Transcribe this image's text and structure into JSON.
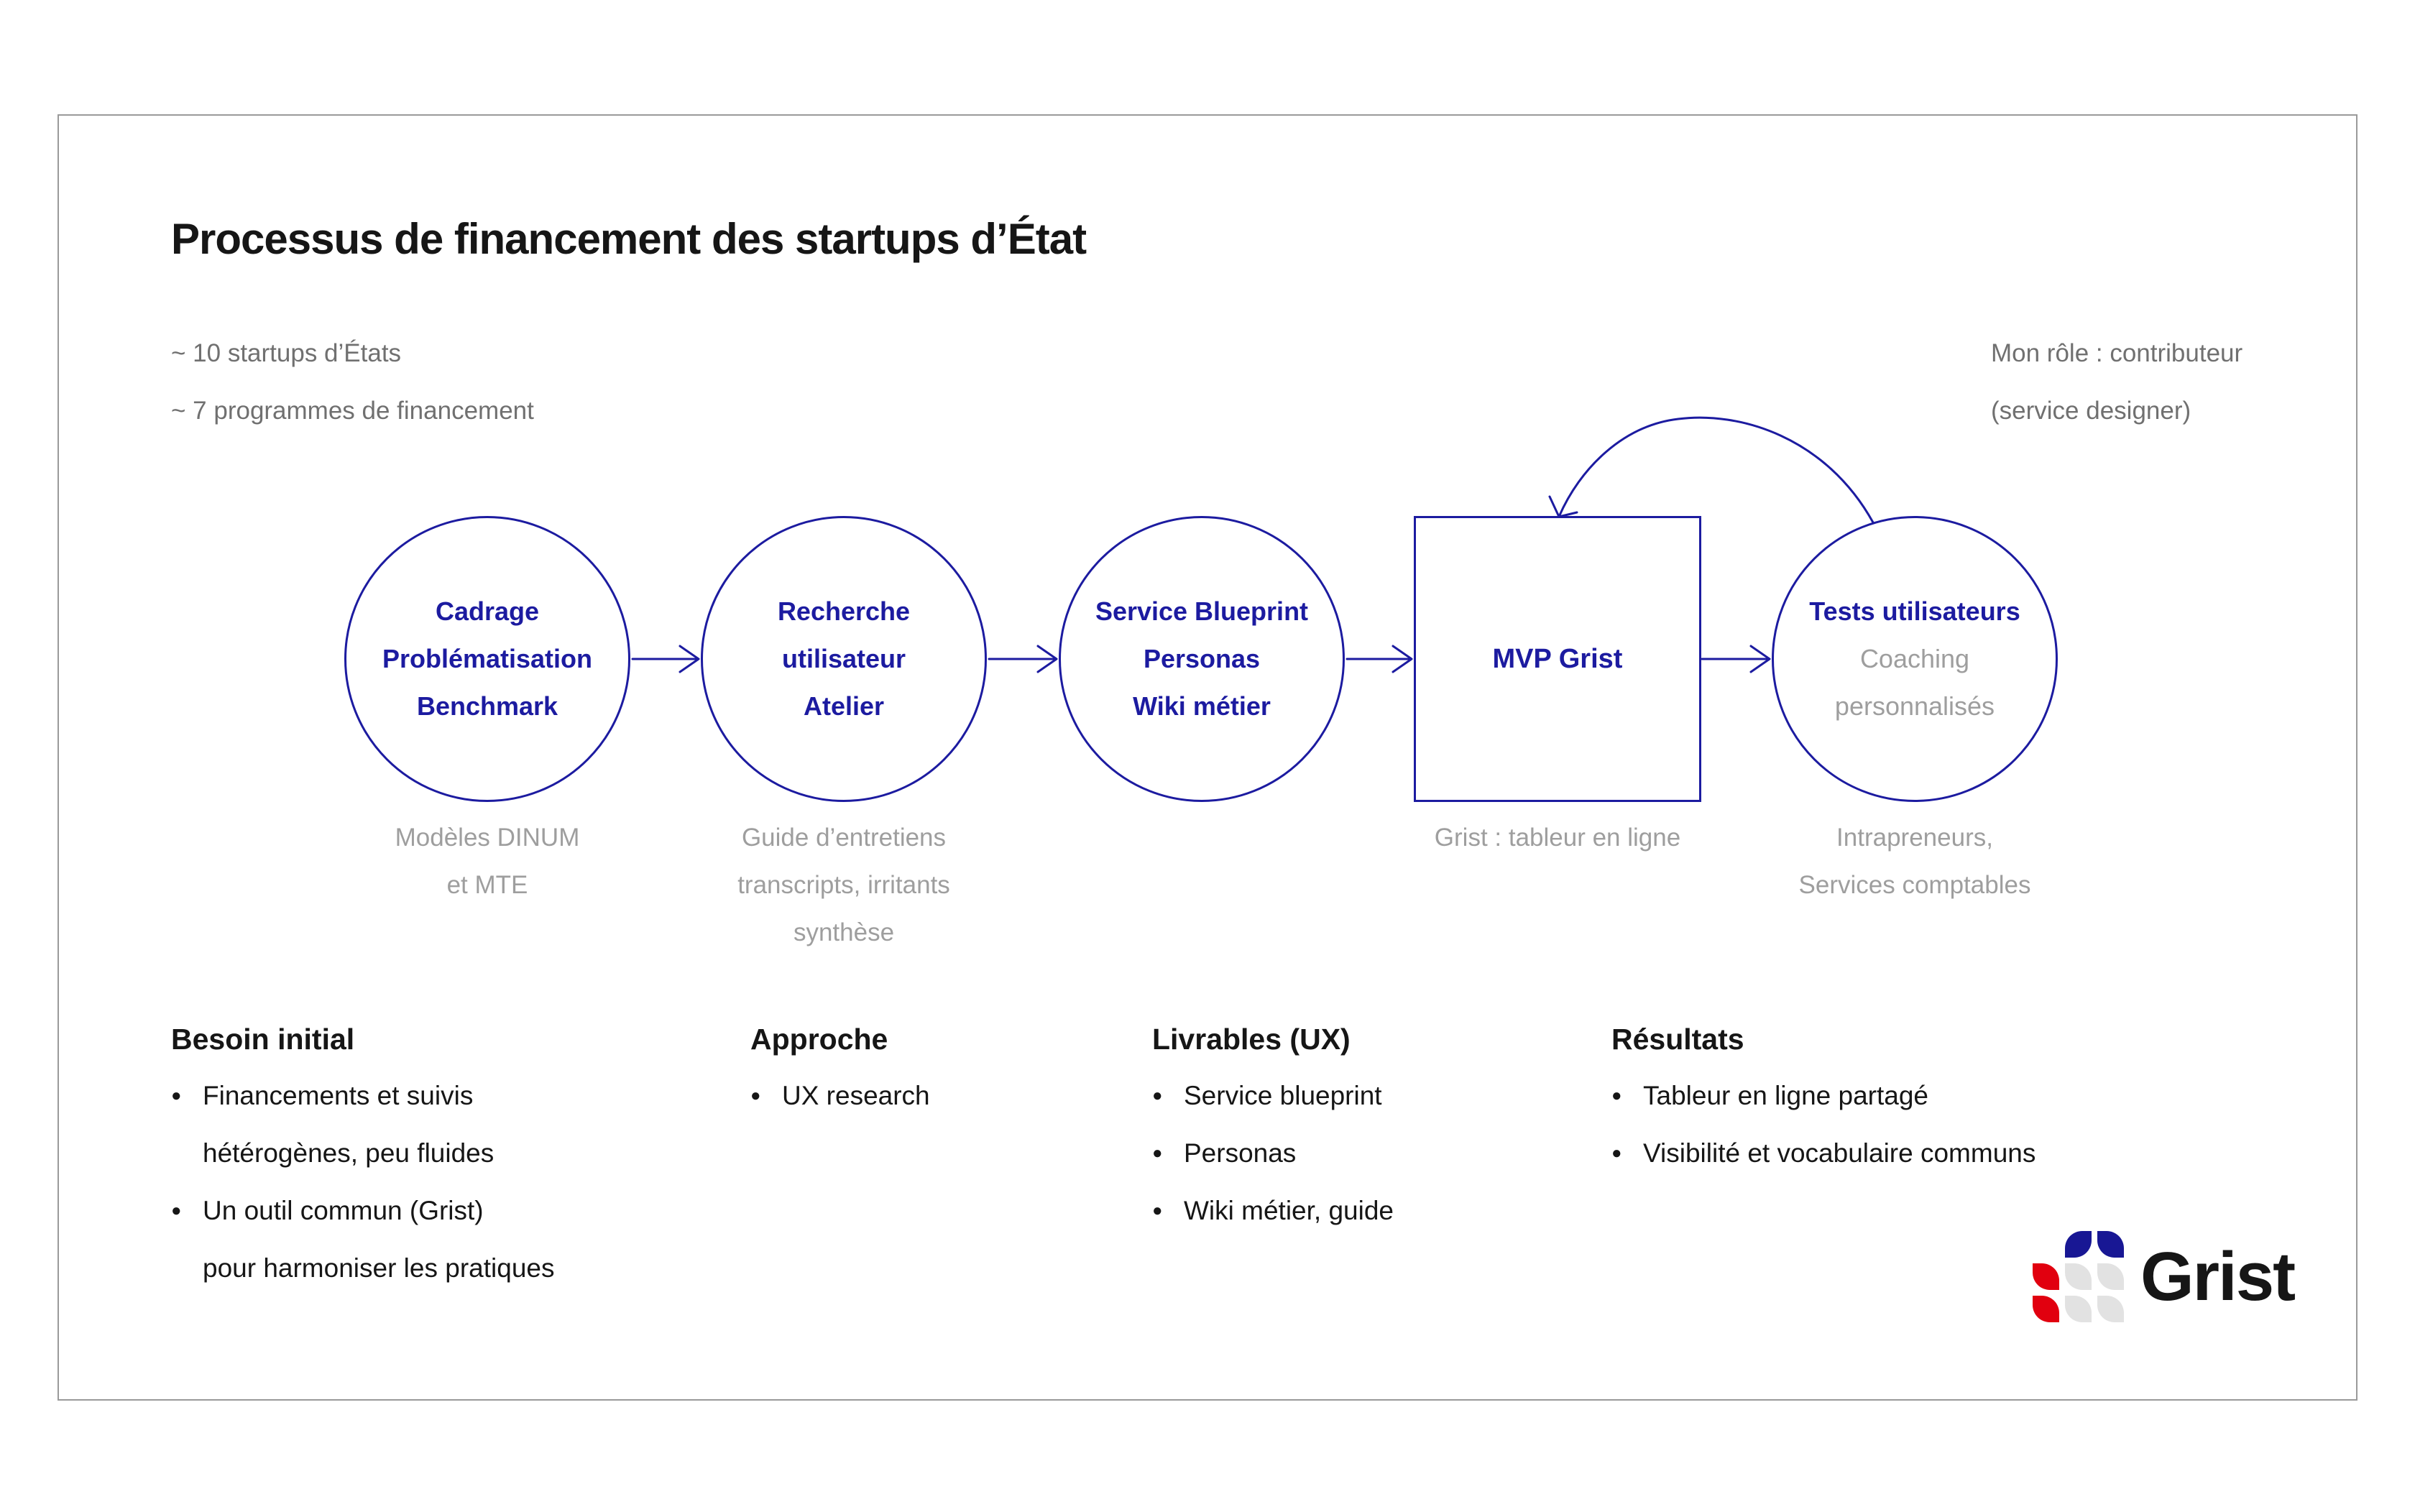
{
  "header": {
    "title": "Processus de financement des startups d’État",
    "stats": [
      "~ 10 startups d’États",
      "~ 7 programmes de financement"
    ],
    "role_lines": [
      "Mon rôle : contributeur",
      "(service designer)"
    ]
  },
  "flow": {
    "node1": {
      "label_lines": [
        "Cadrage",
        "Problématisation",
        "Benchmark"
      ],
      "caption_lines": [
        "Modèles DINUM",
        "et MTE"
      ]
    },
    "node2": {
      "label_lines": [
        "Recherche",
        "utilisateur",
        "Atelier"
      ],
      "caption_lines": [
        "Guide d’entretiens",
        "transcripts, irritants",
        "synthèse"
      ]
    },
    "node3": {
      "label_lines": [
        "Service Blueprint",
        "Personas",
        "Wiki métier"
      ]
    },
    "node4": {
      "label": "MVP Grist",
      "caption_lines": [
        "Grist : tableur en ligne"
      ]
    },
    "node5": {
      "label_lines": [
        "Tests utilisateurs",
        "Coaching",
        "personnalisés"
      ],
      "caption_lines": [
        "Intrapreneurs,",
        "Services comptables"
      ]
    }
  },
  "sections": {
    "besoin": {
      "heading": "Besoin initial",
      "items": [
        {
          "lines": [
            "Financements et suivis",
            "hétérogènes, peu fluides"
          ]
        },
        {
          "lines": [
            "Un outil commun (Grist)",
            "pour harmoniser les pratiques"
          ]
        }
      ]
    },
    "approche": {
      "heading": "Approche",
      "items": [
        {
          "lines": [
            "UX research"
          ]
        }
      ]
    },
    "livrables": {
      "heading": "Livrables (UX)",
      "items": [
        {
          "lines": [
            "Service blueprint"
          ]
        },
        {
          "lines": [
            "Personas"
          ]
        },
        {
          "lines": [
            "Wiki métier, guide"
          ]
        }
      ]
    },
    "resultats": {
      "heading": "Résultats",
      "items": [
        {
          "lines": [
            "Tableur en ligne partagé"
          ]
        },
        {
          "lines": [
            "Visibilité et vocabulaire communs"
          ]
        }
      ]
    }
  },
  "logo": {
    "wordmark": "Grist"
  },
  "bullet_glyph": "●",
  "colors": {
    "ink": "#161616",
    "subtle": "#707070",
    "muted": "#9e9e9e",
    "accent": "#1c1ba0",
    "frame": "#9a9a9a",
    "logo_navy": "#181794",
    "logo_red": "#e1000f",
    "logo_gray": "#e2e2e2"
  }
}
